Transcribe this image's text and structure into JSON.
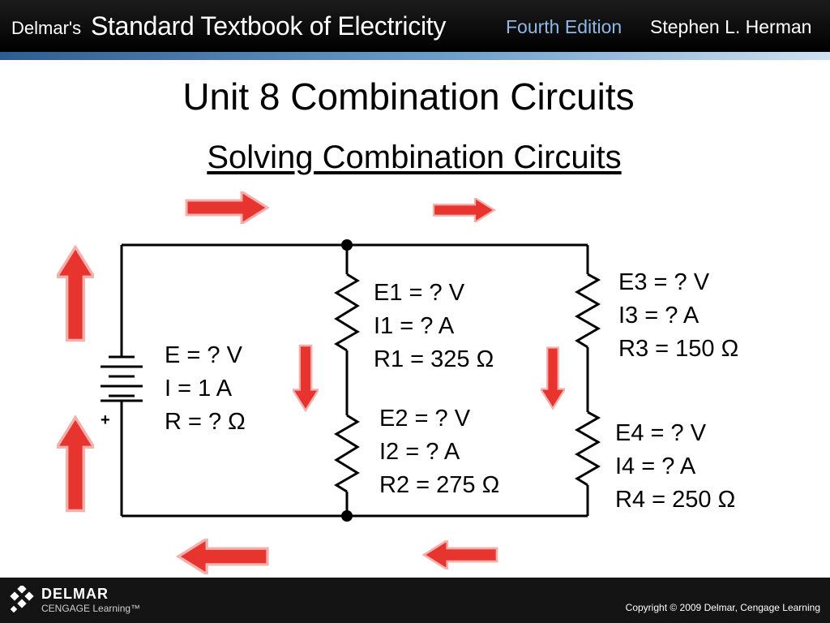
{
  "header": {
    "brand": "Delmar's",
    "title": "Standard Textbook of Electricity",
    "edition": "Fourth Edition",
    "author": "Stephen L. Herman"
  },
  "slide": {
    "title": "Unit 8 Combination Circuits",
    "subtitle": "Solving Combination Circuits"
  },
  "circuit": {
    "source": {
      "line1": "E = ? V",
      "line2": "I = 1 A",
      "line3": "R = ? Ω",
      "plus": "+"
    },
    "r1": {
      "line1": "E1 = ? V",
      "line2": "I1 = ? A",
      "line3": "R1 = 325 Ω"
    },
    "r2": {
      "line1": "E2 = ? V",
      "line2": "I2 = ? A",
      "line3": "R2 = 275 Ω"
    },
    "r3": {
      "line1": "E3 = ? V",
      "line2": "I3 = ? A",
      "line3": "R3 = 150 Ω"
    },
    "r4": {
      "line1": "E4 = ? V",
      "line2": "I4 = ? A",
      "line3": "R4 = 250 Ω"
    },
    "colors": {
      "wire": "#000000",
      "arrow": "#e8342e",
      "arrow_outline": "#f3b1ad"
    }
  },
  "footer": {
    "brand": "DELMAR",
    "sub": "CENGAGE Learning™",
    "copyright": "Copyright © 2009 Delmar, Cengage Learning"
  }
}
